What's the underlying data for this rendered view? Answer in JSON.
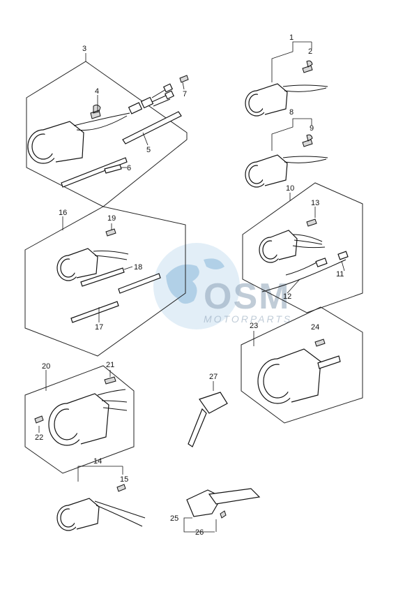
{
  "callouts": {
    "c1": "1",
    "c2": "2",
    "c3": "3",
    "c4": "4",
    "c5": "5",
    "c6": "6",
    "c7": "7",
    "c8": "8",
    "c9": "9",
    "c10": "10",
    "c11": "11",
    "c12": "12",
    "c13": "13",
    "c14": "14",
    "c15": "15",
    "c16": "16",
    "c17": "17",
    "c18": "18",
    "c19": "19",
    "c20": "20",
    "c21": "21",
    "c22": "22",
    "c23": "23",
    "c24": "24",
    "c25": "25",
    "c26": "26",
    "c27": "27"
  },
  "watermark": {
    "title": "OSM",
    "subtitle": "MOTORPARTS"
  }
}
